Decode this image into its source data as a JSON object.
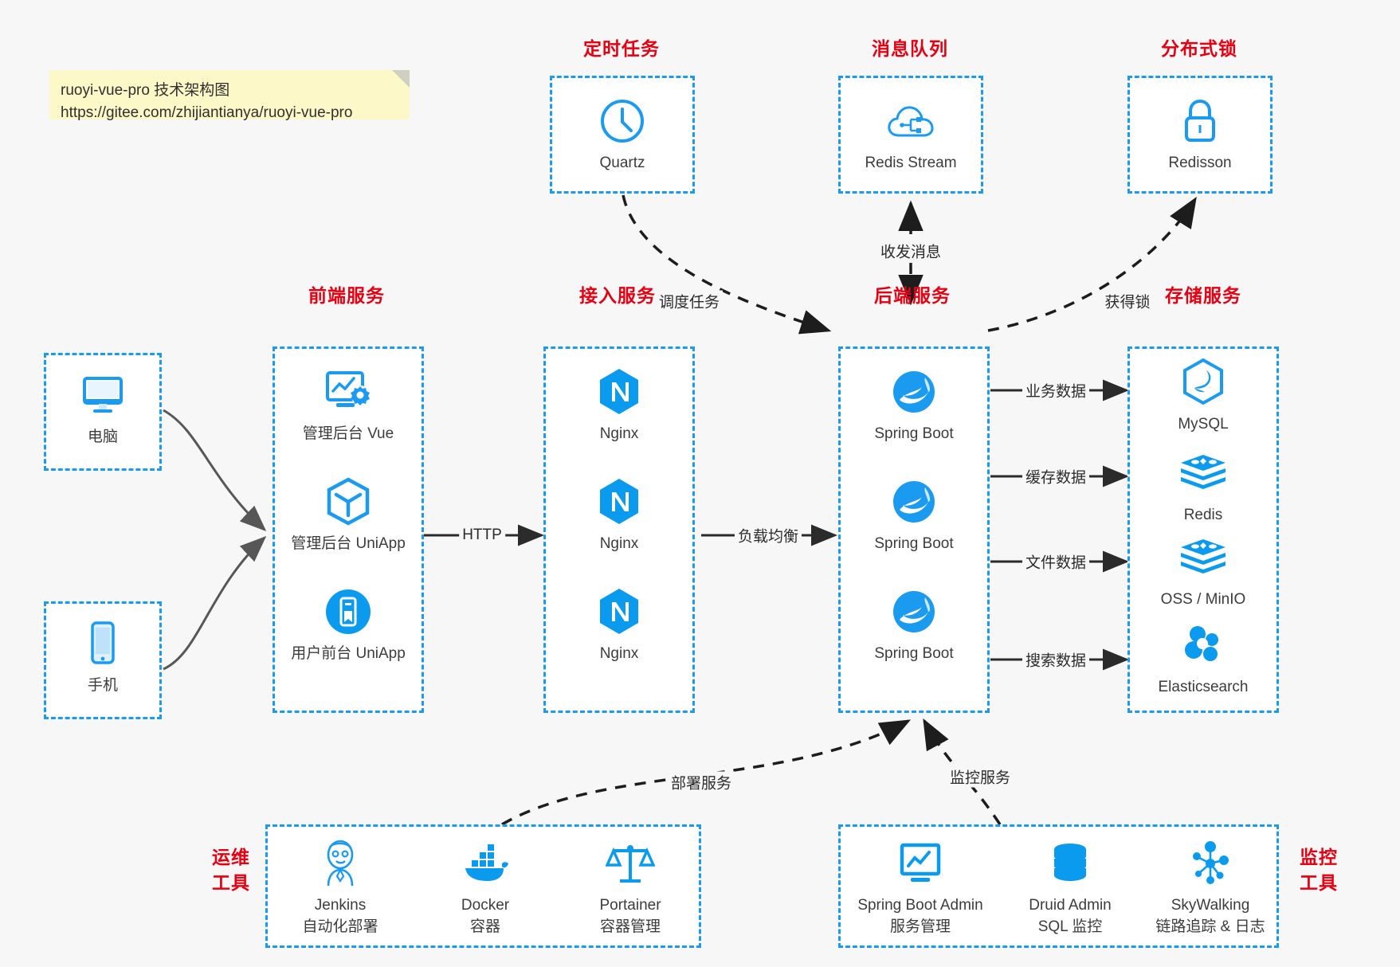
{
  "note": {
    "line1": "ruoyi-vue-pro 技术架构图",
    "line2": "https://gitee.com/zhijiantianya/ruoyi-vue-pro"
  },
  "groups": {
    "scheduler": {
      "title": "定时任务",
      "nodes": [
        {
          "label": "Quartz",
          "icon": "clock-icon"
        }
      ]
    },
    "mq": {
      "title": "消息队列",
      "nodes": [
        {
          "label": "Redis Stream",
          "icon": "cloud-network-icon"
        }
      ]
    },
    "lock": {
      "title": "分布式锁",
      "nodes": [
        {
          "label": "Redisson",
          "icon": "padlock-icon"
        }
      ]
    },
    "clients": {
      "nodes": [
        {
          "label": "电脑",
          "icon": "monitor-icon"
        },
        {
          "label": "手机",
          "icon": "phone-icon"
        }
      ]
    },
    "frontend": {
      "title": "前端服务",
      "nodes": [
        {
          "label": "管理后台 Vue",
          "icon": "dashboard-gear-icon"
        },
        {
          "label": "管理后台 UniApp",
          "icon": "hexagon-cube-icon"
        },
        {
          "label": "用户前台 UniApp",
          "icon": "mobile-app-icon"
        }
      ]
    },
    "gateway": {
      "title": "接入服务",
      "nodes": [
        {
          "label": "Nginx",
          "icon": "nginx-icon"
        },
        {
          "label": "Nginx",
          "icon": "nginx-icon"
        },
        {
          "label": "Nginx",
          "icon": "nginx-icon"
        }
      ]
    },
    "backend": {
      "title": "后端服务",
      "nodes": [
        {
          "label": "Spring Boot",
          "icon": "spring-leaf-icon"
        },
        {
          "label": "Spring Boot",
          "icon": "spring-leaf-icon"
        },
        {
          "label": "Spring Boot",
          "icon": "spring-leaf-icon"
        }
      ]
    },
    "storage": {
      "title": "存储服务",
      "nodes": [
        {
          "label": "MySQL",
          "icon": "mysql-dolphin-icon"
        },
        {
          "label": "Redis",
          "icon": "redis-stack-icon"
        },
        {
          "label": "OSS / MinIO",
          "icon": "redis-stack-icon"
        },
        {
          "label": "Elasticsearch",
          "icon": "elasticsearch-icon"
        }
      ]
    },
    "devops": {
      "title": "运维\n工具",
      "title_line1": "运维",
      "title_line2": "工具",
      "nodes": [
        {
          "label": "Jenkins",
          "sub": "自动化部署",
          "icon": "jenkins-butler-icon"
        },
        {
          "label": "Docker",
          "sub": "容器",
          "icon": "docker-whale-icon"
        },
        {
          "label": "Portainer",
          "sub": "容器管理",
          "icon": "portainer-scale-icon"
        }
      ]
    },
    "monitor": {
      "title_line1": "监控",
      "title_line2": "工具",
      "nodes": [
        {
          "label": "Spring Boot Admin",
          "sub": "服务管理",
          "icon": "monitor-chart-icon"
        },
        {
          "label": "Druid Admin",
          "sub": "SQL 监控",
          "icon": "database-icon"
        },
        {
          "label": "SkyWalking",
          "sub": "链路追踪 & 日志",
          "icon": "skywalking-node-icon"
        }
      ]
    }
  },
  "edges": {
    "http": "HTTP",
    "load_balance": "负载均衡",
    "schedule_task": "调度任务",
    "send_receive_message": "收发消息",
    "acquire_lock": "获得锁",
    "business_data": "业务数据",
    "cache_data": "缓存数据",
    "file_data": "文件数据",
    "search_data": "搜索数据",
    "deploy_service": "部署服务",
    "monitor_service": "监控服务"
  },
  "colors": {
    "accent_blue": "#1b9bf0",
    "title_red": "#e60012",
    "note_yellow": "#fcf8c8",
    "background": "#f7f7f7",
    "text_dark": "#3c3c3c"
  }
}
